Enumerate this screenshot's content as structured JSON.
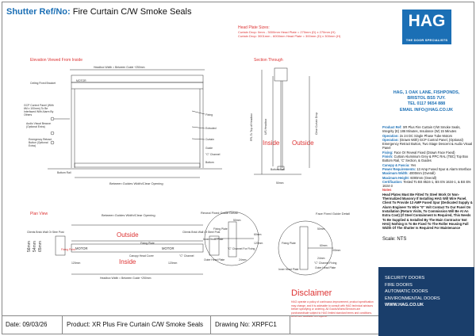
{
  "header": {
    "ref_label": "Shutter Ref/No:",
    "product_title": "Fire Curtain C/W Smoke Seals"
  },
  "head_plate": {
    "heading": "Head Plate Sizes:",
    "line1": "Curtain Drop: 0mm - 3000mm Head Plate = 270mm (D) x 270mm (H)",
    "line2": "Curtain Drop: 3001mm - 6000mm Head Plate = 300mm (D) x 300mm (H)"
  },
  "elevation": {
    "title": "Elevation Viewed From Inside",
    "headbox_width": "Headbox Width = Between Guide +250mm",
    "motor": "MOTOR",
    "fixing_plate": "Fixing",
    "ext_tube": "Extruded",
    "curtain": "Curtain",
    "guide": "Guide",
    "c_channel": "\"C\" Channel",
    "bottom_rail_r": "Bottom",
    "bottom_rail": "Bottom Rail",
    "ceiling": "Ceiling Fixed Bracket",
    "gcp": "GCP Control Panel (With 6M x 100mm) To Be Interfaced With Alarm By Others",
    "audio": "Audio Visual Beacon (Optional Extra)",
    "emergency": "Emergency Retract Button (Optional Extra)",
    "between": "Between Guides Width/Clear Opening"
  },
  "section": {
    "title": "Section Through",
    "ffl": "FFL To Top of Headbox",
    "us_headbox": "U/S Headbox",
    "clear_drop": "Clear Curtain Drop",
    "inside": "Inside",
    "outside": "Outside",
    "bottom_rail": "Bottom Rail",
    "width": "50mm"
  },
  "plan": {
    "title": "Plan View",
    "between_top": "Between Guides Width/Clear Opening",
    "outside": "Outside",
    "inside": "Inside",
    "left_wall": "Clients Brick Wall Or Stee Post",
    "right_wall": "Clients Brick Wall Or Steel Post",
    "motor_l": "MOTOR",
    "motor_r": "MOTOR",
    "fixing_plate": "Fixing Plate",
    "fixing_point": "Fixing Point",
    "canopy": "Canopy Head Cover",
    "ec_channel": "\"C\" Channel",
    "left_dim": "120mm",
    "right_dim": "120mm",
    "side_dims": [
      "56mm",
      "54mm",
      "65mm"
    ],
    "headbox_width": "Headbox Width = Between Guide +250mm"
  },
  "reveal_detail": {
    "title": "Reveal Fixed Guide Detail",
    "fixing_plate": "Fixing Plate",
    "inner_head": "Inner Head Plate",
    "channel": "\"C\" Channel For Fixing",
    "outer_head": "Outer Head Plate",
    "d1": "50mm",
    "d2": "60mm",
    "d3": "120mm",
    "d4": "24mm"
  },
  "face_detail": {
    "title": "Face Fixed Guide Detail",
    "fixing_plate": "Fixing Plate",
    "inner_head": "Inner Head Plate",
    "channel": "\"C\" Channel Fixing",
    "outer_head": "Outer Head Plate",
    "d1": "50mm",
    "d2": "60mm",
    "d3": "100mm",
    "d4": "24mm"
  },
  "brand": {
    "logo": "HAG",
    "tagline": "THE DOOR SPECIALISTS",
    "address": [
      "HAG, 1 OAK LANE, FISHPONDS,",
      "BRISTOL BS5 7UY.",
      "TEL 0117 9654 888",
      "EMAIL INFO@HAG.CO.UK"
    ]
  },
  "spec": [
    {
      "k": "Product Ref:",
      "v": "XR Plus Fire Curtain C/W Smoke Seals, Integrity (E) 186 Minutes, Insulance (W) 15 Minutes"
    },
    {
      "k": "Operation:",
      "v": "2x 24 DC Single Phase Tube Motors"
    },
    {
      "k": "Operation:",
      "v": "(Drawn With) GCP Control Panel, (Optional) Emergency Retract Button, Two Stage Descent & Audio Visual Panel"
    },
    {
      "k": "Fixing:",
      "v": "Face Or Reveal Fixed (Drawn Face Fixed)"
    },
    {
      "k": "Finish:",
      "v": "Curtain Aluminium Grey & PPC RAL (TBC) Top Box Bottom Rail, 'C' Section, & Guides"
    },
    {
      "k": "Canopy & Fascia:",
      "v": "Yes"
    },
    {
      "k": "Power Requirements:",
      "v": "13 Amp Fused Spur & Alarm Interface"
    },
    {
      "k": "Maximum Width:",
      "v": "4000mm (Overall)"
    },
    {
      "k": "Maximum Height:",
      "v": "6000mm (Overall)"
    },
    {
      "k": "Certification:",
      "v": "Tested To BS 8524-1, BS EN 1634-1, & BS EN 1634-3"
    }
  ],
  "notes": {
    "heading": "Notes",
    "text": "Head Plates Must Be Fitted To Steel Work Or Non-Thermalized Masonry If Installing HAG Will Wire Panel. Client To Provide 13 AMP Fused Spur (Dedicated Supply & Alarm Engineer To Wire \"0\" Volt Contact To Our Panel On Installation (Return Visits, To Commission Will Be At An Extra Cost) (If Steel Containment Is Required, This Needs To Be Supplied & Installed By The Main Contractor Not HAG) Nothing Is To Be Fixed To The Roller Housing Full Width Of The Shutter Is Required For Maintenance"
  },
  "scale": "Scale: NTS",
  "promo": {
    "lines": [
      "SECURITY DOORS",
      "FIRE DOORS",
      "AUTOMATIC DOORS",
      "ENVIRONMENTAL DOORS"
    ],
    "url": "WWW.HAG.CO.UK"
  },
  "disclaimer": {
    "heading": "Disclaimer",
    "text": "HAG operate a policy of continuous improvement, product specification may change, and it is advisable to consult with HAG technical advisors before specifying or ordering. All Goods/Works/Services are purchased/sale subject to HAG limited standard terms and conditions, which are available on request."
  },
  "footer": {
    "date": "Date: 09/03/26",
    "product": "Product: XR Plus Fire Curtain C/W Smoke Seals",
    "drawing": "Drawing No: XRPFC1"
  },
  "colors": {
    "accent": "#1b6fb5",
    "red": "#dd3333",
    "navy": "#1a3e6b"
  }
}
